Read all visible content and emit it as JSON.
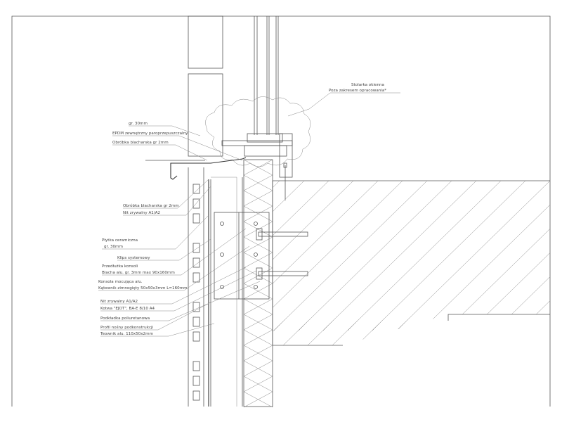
{
  "drawing": {
    "title": "Window sill detail with ventilated ceramic facade",
    "labels": {
      "gr30_top": "gr. 30mm",
      "epdm": "EPDM zewnętrzny paroprzepuszczalny",
      "flashing_top": "Obróbka blacharska gr 2mm",
      "flashing_mid": "Obróbka blacharska gr 2mm",
      "rivet_top": "Nit zrywalny A1/A2",
      "tile": "Płytka ceramiczna",
      "tile_thickness": "gr. 30mm",
      "clip": "Klips systemowy",
      "bracket_ext": "Przedłużka konsoli",
      "bracket_ext_spec": "Blacha alu. gr. 3mm max 90x160mm",
      "bracket": "Konsola mocująca alu.",
      "bracket_spec": "Kątownik zimnogięty 50x50x3mm L=160mm",
      "rivet_bottom": "Nit zrywalny A1/A2",
      "anchor": "Kotwa \"EJOT\", BA-E 8/10 A4",
      "washer": "Podkładka poliuretanowa",
      "profile": "Profil nośny podkonstrukcji",
      "profile_spec": "Teownik alu. 110x50x2mm",
      "window": "Stolarka okienna",
      "window_note": "Poza zakresem opracowania*"
    }
  }
}
